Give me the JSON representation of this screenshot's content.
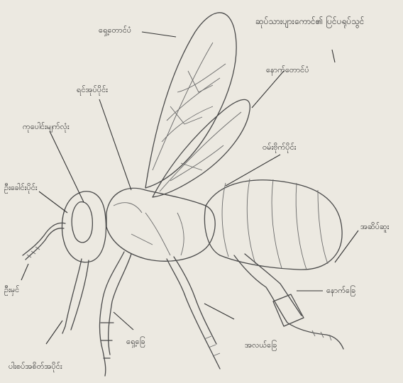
{
  "title": "ဆုပ်သားပျားကောင်၏ ပြင်ပရုပ်သွင်",
  "labels": {
    "forewing": "ရှေ့တောင်ပံ",
    "hindwing": "နောက်တောင်ပံ",
    "thorax": "ရင်အုပ်ပိုင်း",
    "compound_eye": "ကုပေါင်းမျက်လုံး",
    "abdomen": "ဝမ်းဗိုက်ပိုင်း",
    "head": "ဦးခေါင်းပိုင်း",
    "sting": "အဆိပ်ဆူး",
    "antenna": "ဦးမှင်",
    "hind_leg": "နောက်ခြေ",
    "mouthparts": "ပါးစပ်အစိတ်အပိုင်း",
    "fore_leg": "ရှေ့ခြေ",
    "mid_leg": "အလယ်ခြေ"
  },
  "colors": {
    "paper": "#ece9e1",
    "ink": "#2a2a2a"
  }
}
